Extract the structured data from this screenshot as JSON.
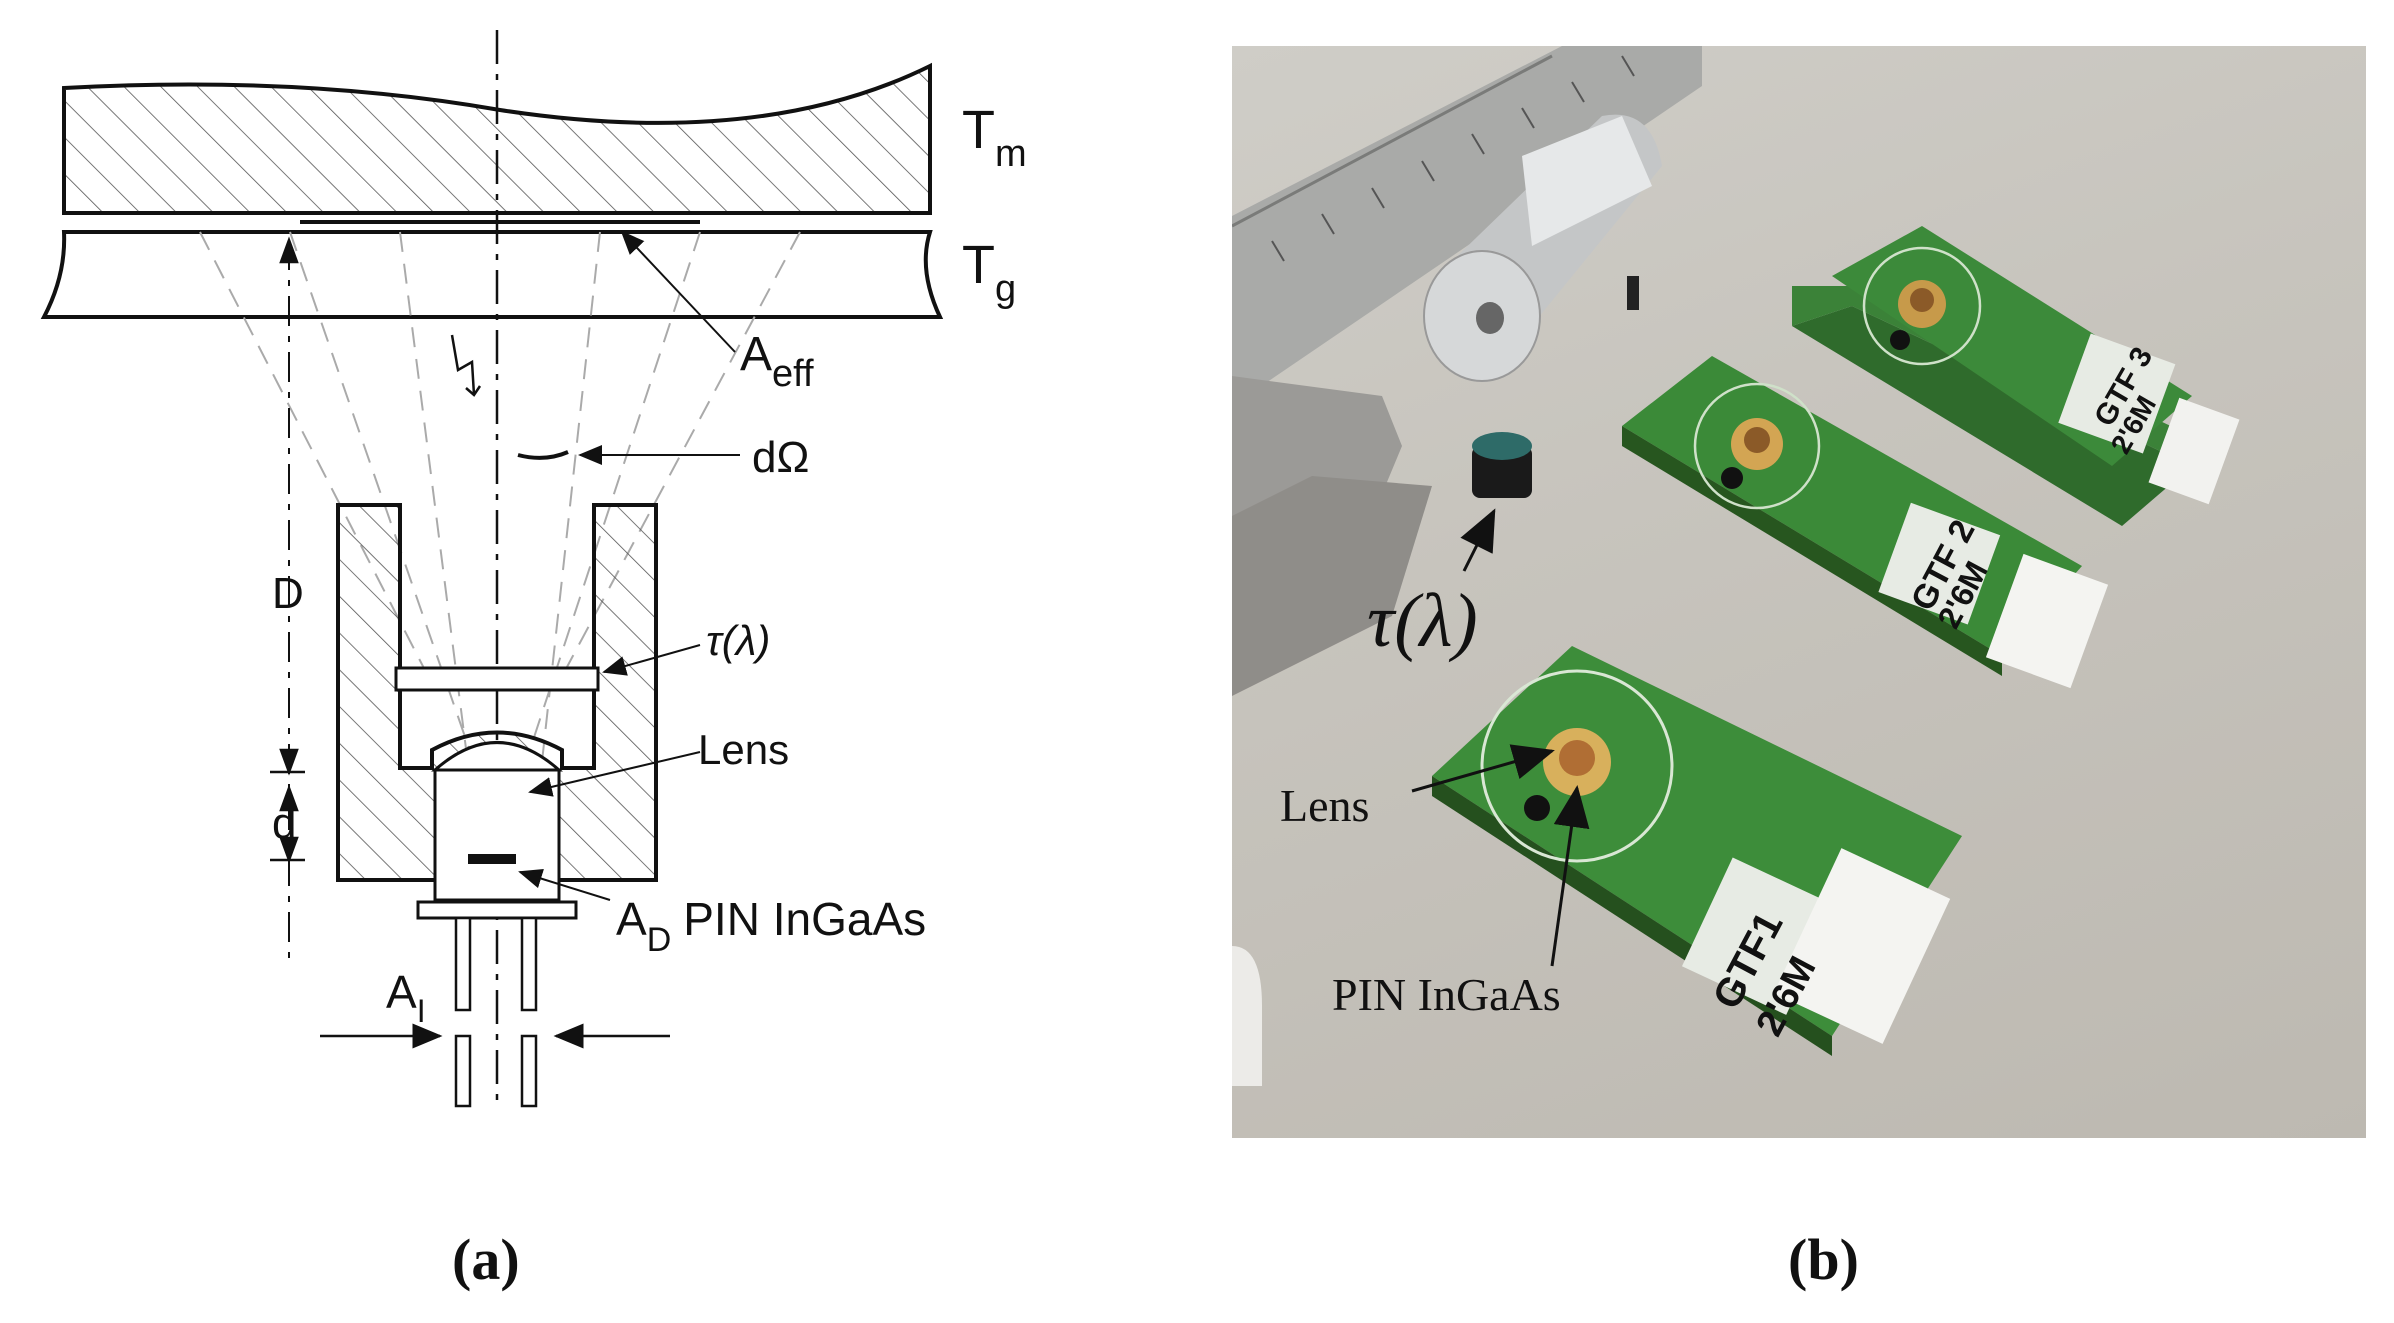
{
  "panel_a": {
    "labels": {
      "tm_main": "T",
      "tm_sub": "m",
      "tg_main": "T",
      "tg_sub": "g",
      "aeff_main": "A",
      "aeff_sub": "eff",
      "domega": "dΩ",
      "D": "D",
      "tau": "τ(λ)",
      "lens": "Lens",
      "d": "d",
      "ad_main": "A",
      "ad_sub": "D",
      "pin": "PIN InGaAs",
      "ai_main": "A",
      "ai_sub": "I"
    },
    "caption": "(a)"
  },
  "panel_b": {
    "labels": {
      "tau": "τ(λ)",
      "lens": "Lens",
      "pin": "PIN InGaAs"
    },
    "boards": [
      {
        "line1": "GTF 3",
        "line2": "2'6M"
      },
      {
        "line1": "GTF 2",
        "line2": "2'6M"
      },
      {
        "line1": "GTF1",
        "line2": "2'6M"
      }
    ],
    "caption": "(b)"
  }
}
